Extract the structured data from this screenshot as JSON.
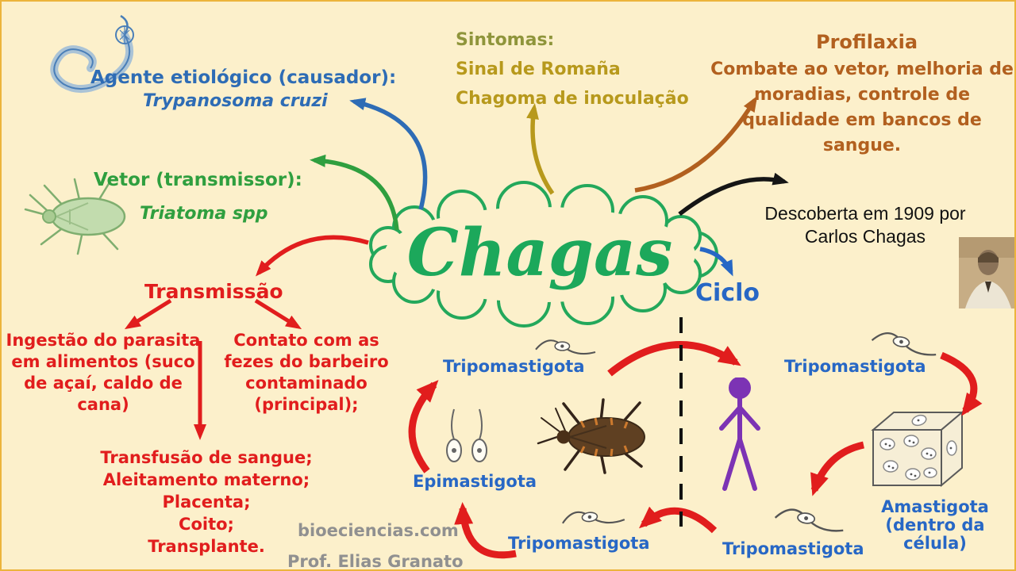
{
  "center": {
    "title": "Chagas"
  },
  "agente": {
    "title": "Agente etiológico (causador):",
    "species": "Trypanosoma cruzi"
  },
  "sintomas": {
    "title": "Sintomas:",
    "items": [
      "Sinal de Romaña",
      "Chagoma de inoculação"
    ]
  },
  "profilaxia": {
    "title": "Profilaxia",
    "body": "Combate ao vetor, melhoria de moradias, controle de qualidade em bancos de sangue."
  },
  "vetor": {
    "title": "Vetor (transmissor):",
    "species": "Triatoma spp"
  },
  "descoberta": {
    "text": "Descoberta em 1909 por Carlos Chagas"
  },
  "ciclo": {
    "title": "Ciclo",
    "labels": {
      "tripo_top_left": "Tripomastigota",
      "tripo_top_right": "Tripomastigota",
      "epimastigota": "Epimastigota",
      "tripo_bottom_left": "Tripomastigota",
      "tripo_bottom_right": "Tripomastigota",
      "amastigota": "Amastigota (dentro da célula)"
    }
  },
  "transmissao": {
    "title": "Transmissão",
    "via_alimentos": "Ingestão do parasita em alimentos (suco de açaí, caldo de cana)",
    "via_fezes": "Contato com as fezes do barbeiro contaminado (principal);",
    "outras": [
      "Transfusão de sangue;",
      "Aleitamento materno;",
      "Placenta;",
      "Coito;",
      "Transplante."
    ]
  },
  "footer": {
    "site": "bioeciencias.com",
    "author": "Prof. Elias Granato"
  },
  "colors": {
    "background": "#fcf0cb",
    "frame": "#ecb43c",
    "chagas_green": "#1ca85b",
    "agente_blue": "#2e6cb5",
    "vetor_green": "#2f9f3f",
    "sintomas_olive": "#8f953b",
    "sintomas_gold": "#b7991c",
    "profilaxia_brown": "#b2601f",
    "transmissao_red": "#e11d1d",
    "ciclo_blue": "#2767c5",
    "descoberta_black": "#111111",
    "footer_gray": "#909090",
    "human_purple": "#7c33b4"
  },
  "icons": {
    "trypanosoma_sketch": "blue hand-drawn Trypanosoma cruzi parasite",
    "green_bug": "green triatomine (barbeiro) vector drawing",
    "dark_bug": "dark triatomine bug in life cycle",
    "human_figure": "purple stick-figure human host",
    "cells_cube": "cube of cells containing amastigotes",
    "carlos_chagas_photo": "sepia portrait of Carlos Chagas",
    "trypomastigote": "wavy flagellate parasite drawing",
    "epimastigote": "paired tadpole-shaped parasite drawing",
    "cloud": "scalloped green cloud around title",
    "dashed_divider": "vertical dashed line splitting vector/host cycle"
  }
}
